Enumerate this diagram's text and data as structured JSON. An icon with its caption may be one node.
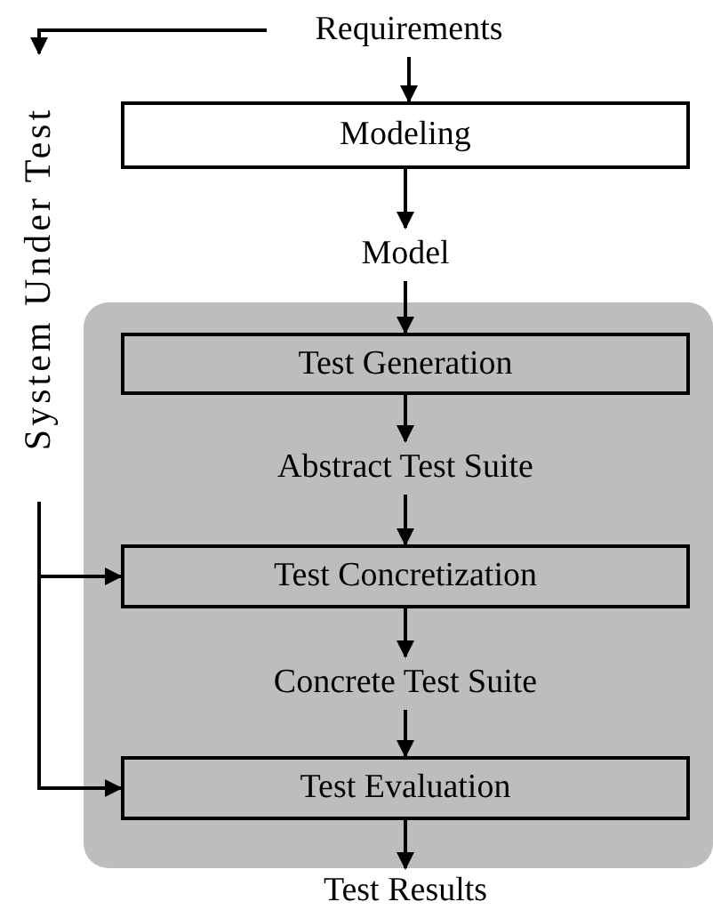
{
  "diagram": {
    "nodes": [
      {
        "text": [
          "Requirements"
        ]
      },
      {
        "text": [
          "Modeling"
        ]
      },
      {
        "text": [
          "Model"
        ]
      },
      {
        "text": [],
        "shape": "box"
      },
      {
        "text": [
          "Test Generation"
        ],
        "in": 3
      },
      {
        "text": [
          "Abstract Test Suite"
        ],
        "in": 3
      },
      {
        "text": [
          "Test Concretization"
        ],
        "in": 3
      },
      {
        "text": [
          "Concrete Test Suite"
        ],
        "in": 3
      },
      {
        "text": [
          "Test Evaluation"
        ],
        "in": 3
      },
      {
        "text": [
          "Test Results"
        ]
      },
      {
        "text": [
          "System Under Test"
        ]
      }
    ],
    "edges": [
      {
        "from": 0,
        "to": 10,
        "arrow": "to"
      },
      {
        "from": 0,
        "to": 1,
        "arrow": "to"
      },
      {
        "from": 1,
        "to": 2,
        "arrow": "to"
      },
      {
        "from": 2,
        "to": 4,
        "arrow": "to"
      },
      {
        "from": 4,
        "to": 5,
        "arrow": "to"
      },
      {
        "from": 5,
        "to": 6,
        "arrow": "to"
      },
      {
        "from": 6,
        "to": 7,
        "arrow": "to"
      },
      {
        "from": 7,
        "to": 8,
        "arrow": "to"
      },
      {
        "from": 8,
        "to": 9,
        "arrow": "to"
      },
      {
        "from": 10,
        "to": 6,
        "arrow": "to"
      },
      {
        "from": 10,
        "to": 8,
        "arrow": "to"
      }
    ]
  }
}
